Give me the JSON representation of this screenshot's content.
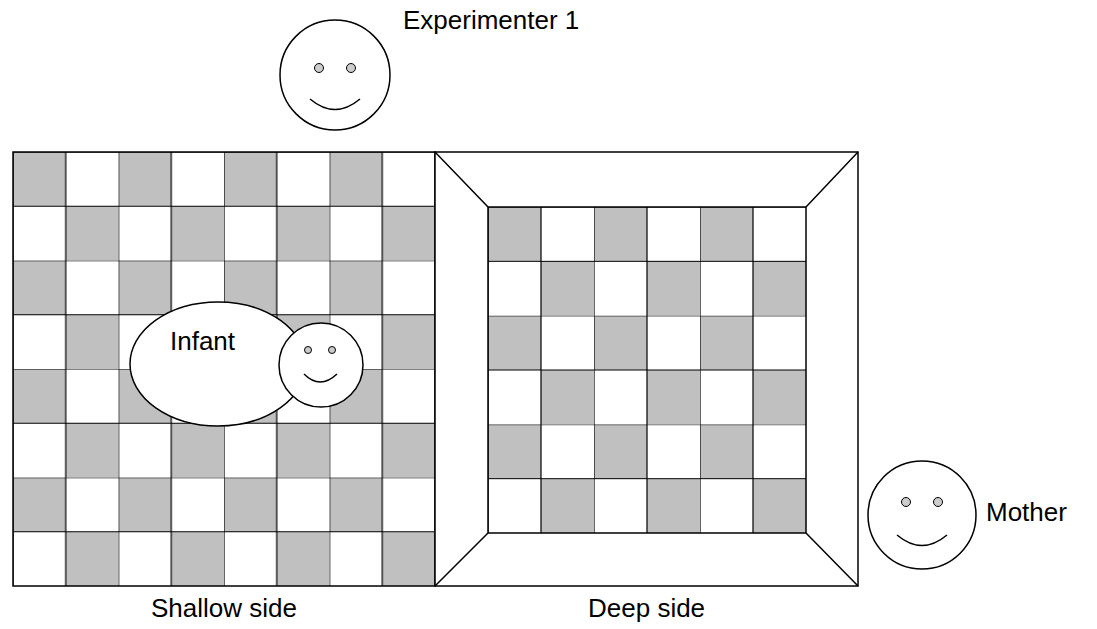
{
  "diagram": {
    "nodes": [
      {
        "text": [
          "Experimenter 1"
        ]
      },
      {
        "text": [
          "Shallow side"
        ]
      },
      {
        "text": [
          "Infant"
        ],
        "in": 1
      },
      {
        "text": [
          "Deep side"
        ]
      },
      {
        "text": [
          "Mother"
        ]
      }
    ]
  }
}
